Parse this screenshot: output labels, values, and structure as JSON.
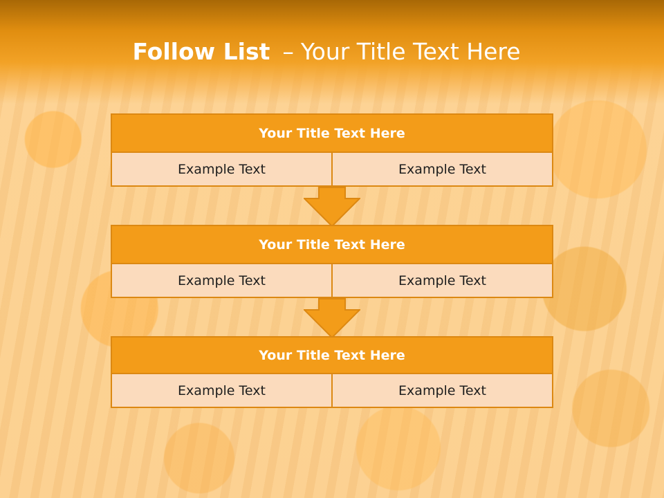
{
  "slide": {
    "title_bold": "Follow List",
    "title_dash": "–",
    "title_rest": "Your Title Text Here"
  },
  "blocks": [
    {
      "title": "Your Title Text Here",
      "cells": [
        "Example Text",
        "Example Text"
      ]
    },
    {
      "title": "Your Title Text Here",
      "cells": [
        "Example Text",
        "Example Text"
      ]
    },
    {
      "title": "Your Title Text Here",
      "cells": [
        "Example Text",
        "Example Text"
      ]
    }
  ],
  "colors": {
    "header_fill": "#f39c19",
    "cell_fill": "#fbdbbd",
    "border": "#dc8812",
    "arrow_fill": "#f39c19"
  },
  "icons": [
    "down-arrow-icon",
    "down-arrow-icon"
  ]
}
